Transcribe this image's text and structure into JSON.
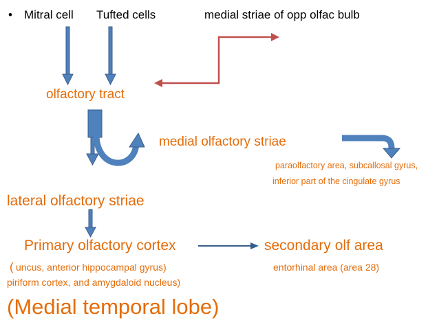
{
  "bullet": "•",
  "top_row": {
    "mitral": "Mitral cell",
    "tufted": "Tufted cells",
    "medial_opp": "medial striae  of opp olfac bulb"
  },
  "olfactory_tract": "olfactory tract",
  "medial_olfactory_striae": "medial olfactory striae",
  "medial_targets": {
    "line1": "paraolfactory  area, subcallosal gyrus,",
    "line2": "inferior part of the cingulate gyrus"
  },
  "lateral_olfactory_striae": "lateral  olfactory striae",
  "primary_cortex": "Primary olfactory cortex",
  "secondary_area": "secondary olf area",
  "primary_detail": {
    "paren": "(",
    "line1": "uncus, anterior hippocampal gyrus)",
    "line2": "piriform cortex, and amygdaloid nucleus)"
  },
  "entorhinal": "entorhinal area (area 28)",
  "medial_temporal_lobe": "(Medial temporal lobe)",
  "colors": {
    "text": "#000000",
    "accent_orange": "#E46C0A",
    "arrow_blue": "#4F81BD",
    "arrow_blue_dark": "#385D8A",
    "arrow_red": "#C0504D"
  },
  "icons": [
    "down-arrow-icon",
    "bent-arrow-icon",
    "curved-arrow-icon",
    "right-arrow-icon"
  ]
}
